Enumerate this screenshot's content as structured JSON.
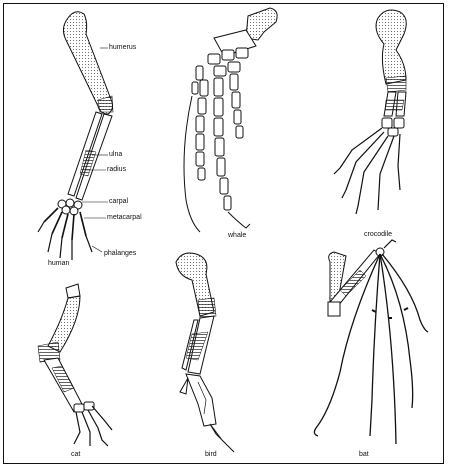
{
  "labels": {
    "humerus": "humerus",
    "ulna": "ulna",
    "radius": "radius",
    "carpal": "carpal",
    "metacarpal": "metacarpal",
    "phalanges": "phalanges"
  },
  "captions": {
    "human": "human",
    "whale": "whale",
    "crocodile": "crocodile",
    "cat": "cat",
    "bird": "bird",
    "bat": "bat"
  },
  "colors": {
    "line": "#111111",
    "shade": "#9a9a9a"
  }
}
